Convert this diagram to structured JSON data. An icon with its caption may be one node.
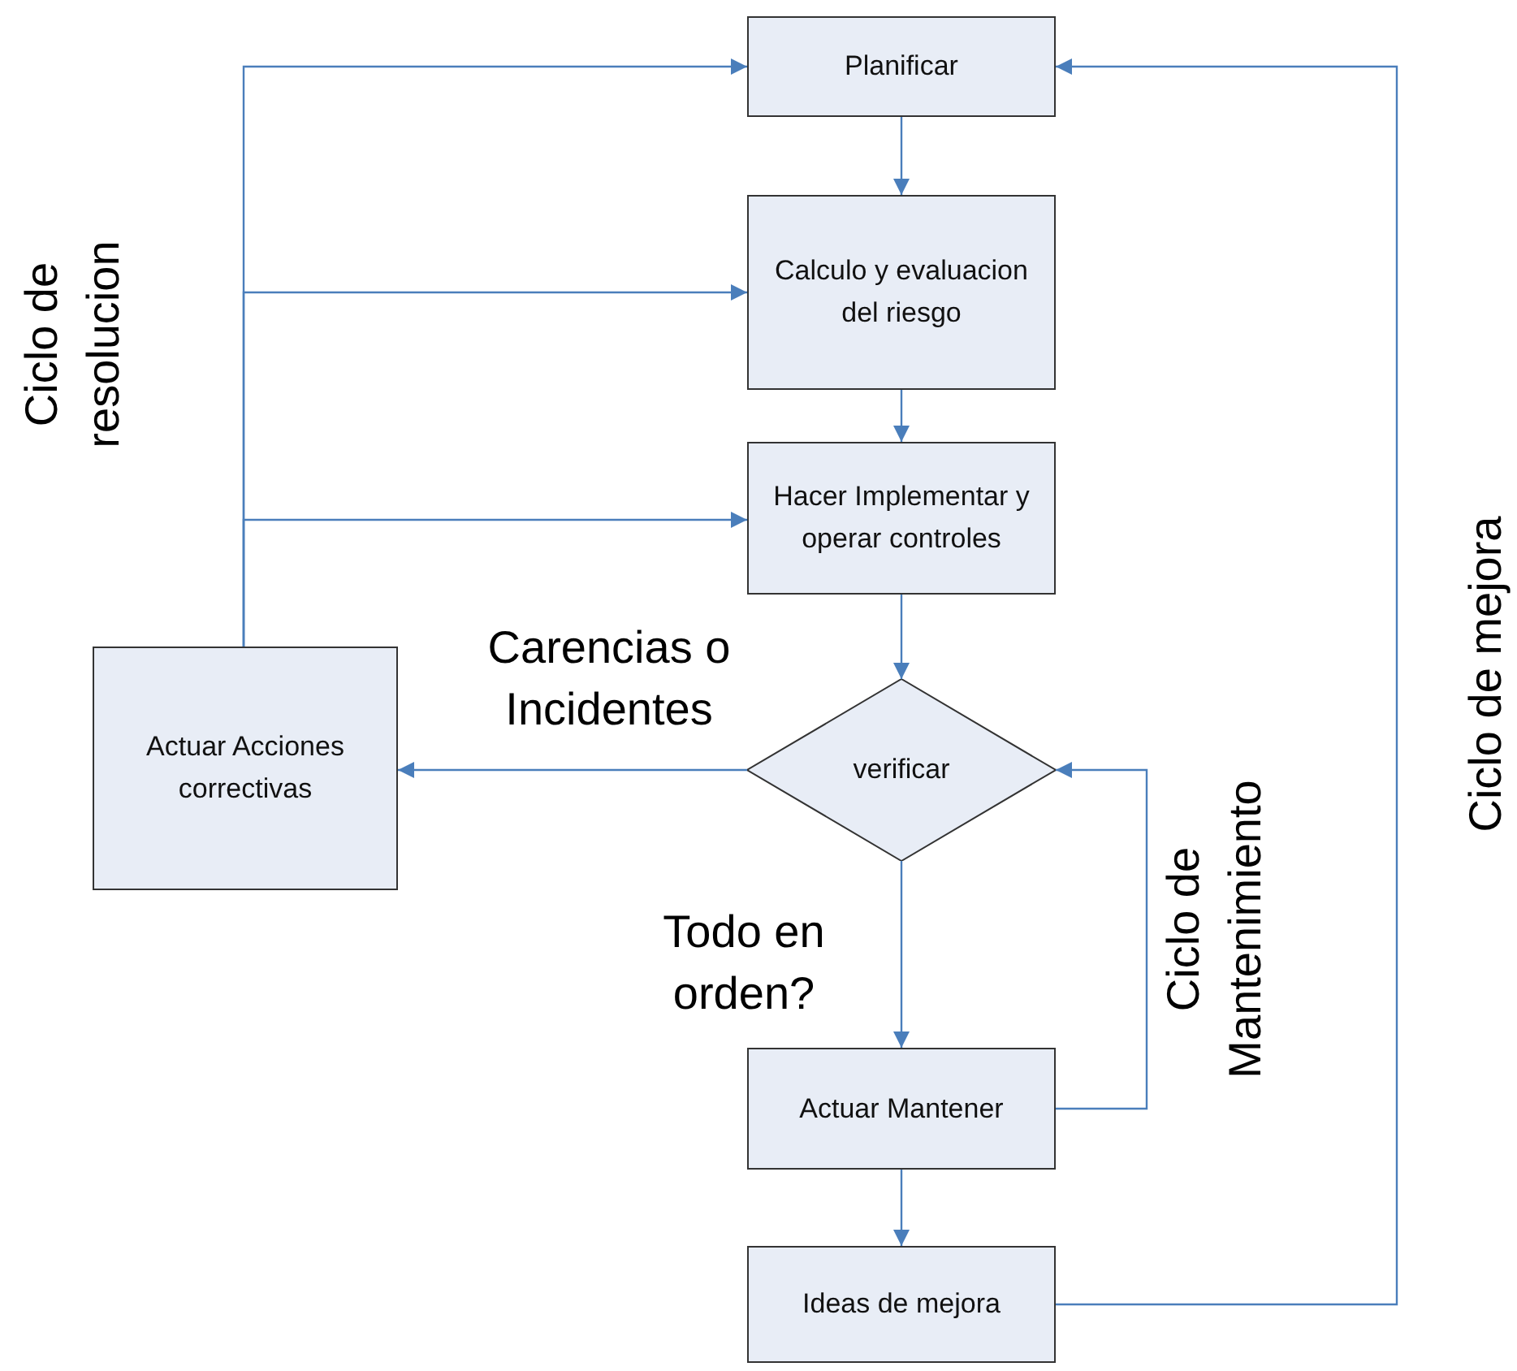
{
  "diagram": {
    "nodes": [
      {
        "text": [
          "Planificar"
        ]
      },
      {
        "text": [
          "Calculo y evaluacion del riesgo"
        ]
      },
      {
        "text": [
          "Hacer Implementar y operar controles"
        ]
      },
      {
        "text": [
          "verificar"
        ]
      },
      {
        "text": [
          "Actuar Acciones correctivas"
        ]
      },
      {
        "text": [
          "Actuar Mantener"
        ]
      },
      {
        "text": [
          "Ideas de mejora"
        ]
      }
    ],
    "edges": [
      {
        "from": 0,
        "to": 1,
        "arrow": "to"
      },
      {
        "from": 1,
        "to": 2,
        "arrow": "to"
      },
      {
        "from": 2,
        "to": 3,
        "arrow": "to"
      },
      {
        "from": 3,
        "to": 4,
        "arrow": "to",
        "label": "Carencias o Incidentes"
      },
      {
        "from": 3,
        "to": 5,
        "arrow": "to",
        "label": "Todo en orden?"
      },
      {
        "from": 5,
        "to": 3,
        "arrow": "to"
      },
      {
        "from": 6,
        "to": 0,
        "arrow": "to"
      },
      {
        "from": 4,
        "to": 0,
        "arrow": "to"
      },
      {
        "from": 4,
        "to": 1,
        "arrow": "to"
      },
      {
        "from": 4,
        "to": 2,
        "arrow": "to"
      },
      {
        "from": 5,
        "to": 6,
        "arrow": "to"
      }
    ],
    "labels": [
      "Ciclo de resolucion",
      "Ciclo de Mantenimiento",
      "Ciclo de mejora"
    ]
  }
}
